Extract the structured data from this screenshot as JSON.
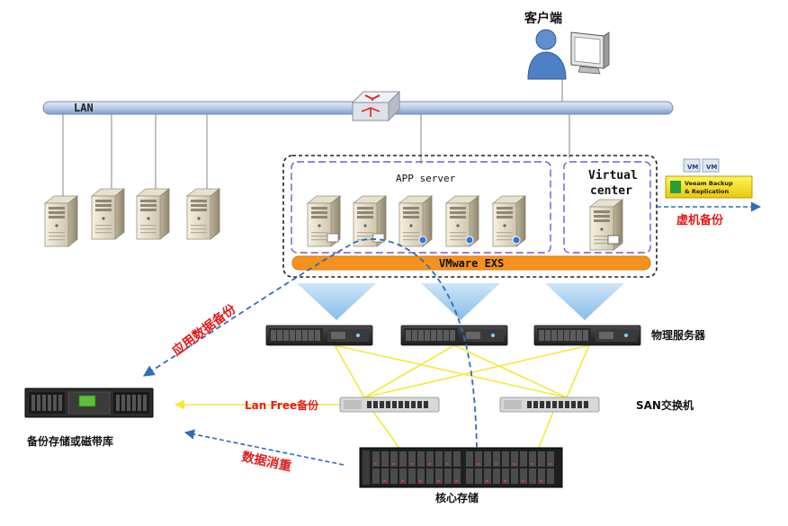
{
  "labels": {
    "client": "客户端",
    "lan": "LAN",
    "app_server": "APP server",
    "virtual_center_line1": "Virtual",
    "virtual_center_line2": "center",
    "vmware": "VMware EXS",
    "physical_servers": "物理服务器",
    "san_switch": "SAN交换机",
    "core_storage": "核心存储",
    "backup_storage": "备份存储或磁带库",
    "lan_free_backup": "Lan Free备份",
    "app_data_backup": "应用数据备份",
    "vm_backup": "虚机备份",
    "dedup": "数据消重"
  },
  "veeam": {
    "vm_badge": "VM",
    "product_line1": "Veeam Backup",
    "product_line2": "& Replication"
  },
  "colors": {
    "accent_red": "#e31b1b",
    "flow_blue": "#2f6db5",
    "san_yellow": "#f5e83a",
    "vmware_orange": "#f5921e",
    "lan_bar": "#b9cde6",
    "funnel_blue": "#a9d2f2",
    "dashed_purple": "#6e5bd0"
  },
  "icons": {
    "client": "user-computer-icon",
    "router": "router-icon",
    "server": "tower-server-icon",
    "rack_server": "rack-server-icon",
    "switch": "san-switch-icon",
    "storage": "disk-array-icon",
    "tape": "tape-library-icon"
  }
}
